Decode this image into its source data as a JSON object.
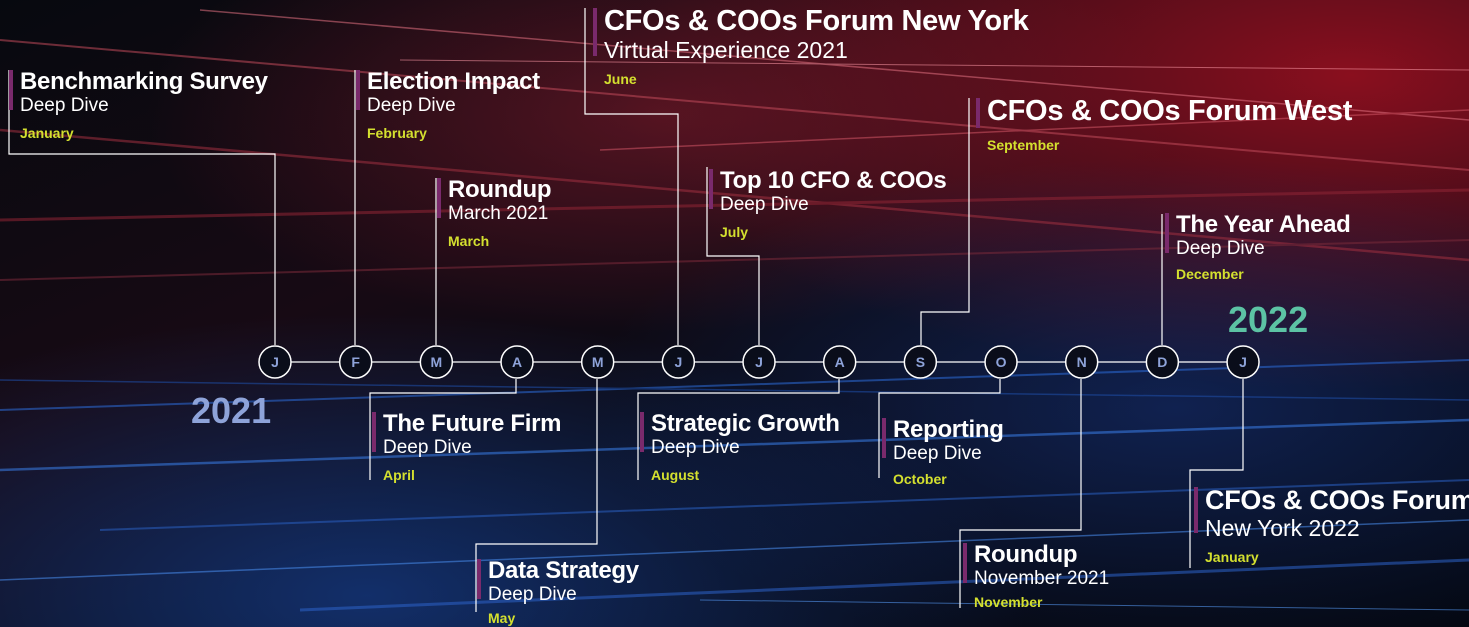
{
  "colors": {
    "accent_bar": "#7a2a6c",
    "month_label": "#d4e02f",
    "year_2021": "#8ea3d9",
    "year_2022": "#5cc3a4",
    "node_border": "#ffffff",
    "node_letter": "#8ea3d9"
  },
  "years": {
    "start": "2021",
    "end": "2022"
  },
  "month_nodes": [
    "J",
    "F",
    "M",
    "A",
    "M",
    "J",
    "J",
    "A",
    "S",
    "O",
    "N",
    "D",
    "J"
  ],
  "events": [
    {
      "title": "Benchmarking Survey",
      "subtitle": "Deep Dive",
      "month": "January"
    },
    {
      "title": "Election Impact",
      "subtitle": "Deep Dive",
      "month": "February"
    },
    {
      "title": "Roundup",
      "subtitle": "March 2021",
      "month": "March"
    },
    {
      "title": "The Future Firm",
      "subtitle": "Deep Dive",
      "month": "April"
    },
    {
      "title": "Data Strategy",
      "subtitle": "Deep Dive",
      "month": "May"
    },
    {
      "title": "CFOs & COOs Forum New York",
      "subtitle": "Virtual Experience 2021",
      "month": "June"
    },
    {
      "title": "Top 10 CFO & COOs",
      "subtitle": "Deep Dive",
      "month": "July"
    },
    {
      "title": "Strategic Growth",
      "subtitle": "Deep Dive",
      "month": "August"
    },
    {
      "title": "CFOs & COOs Forum West",
      "subtitle": "",
      "month": "September"
    },
    {
      "title": "Reporting",
      "subtitle": "Deep Dive",
      "month": "October"
    },
    {
      "title": "Roundup",
      "subtitle": "November 2021",
      "month": "November"
    },
    {
      "title": "The Year Ahead",
      "subtitle": "Deep Dive",
      "month": "December"
    },
    {
      "title": "CFOs & COOs Forum",
      "subtitle": "New York 2022",
      "month": "January"
    }
  ]
}
